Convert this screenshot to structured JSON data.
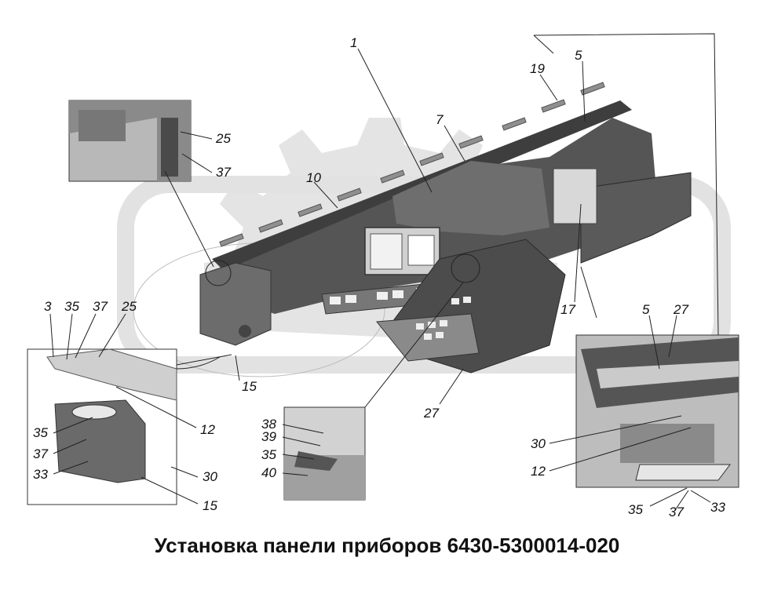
{
  "caption": "Установка панели приборов 6430-5300014-020",
  "colors": {
    "panel_dark": "#474747",
    "panel_mid": "#6b6b6b",
    "panel_light": "#9a9a9a",
    "watermark": "#e3e3e3",
    "line": "#222222"
  },
  "callouts": [
    "1",
    "5",
    "7",
    "19",
    "10",
    "25",
    "37",
    "3",
    "35",
    "37",
    "25",
    "12",
    "15",
    "35",
    "37",
    "33",
    "30",
    "15",
    "17",
    "27",
    "38",
    "39",
    "35",
    "40",
    "5",
    "27",
    "30",
    "12",
    "35",
    "37",
    "33"
  ]
}
